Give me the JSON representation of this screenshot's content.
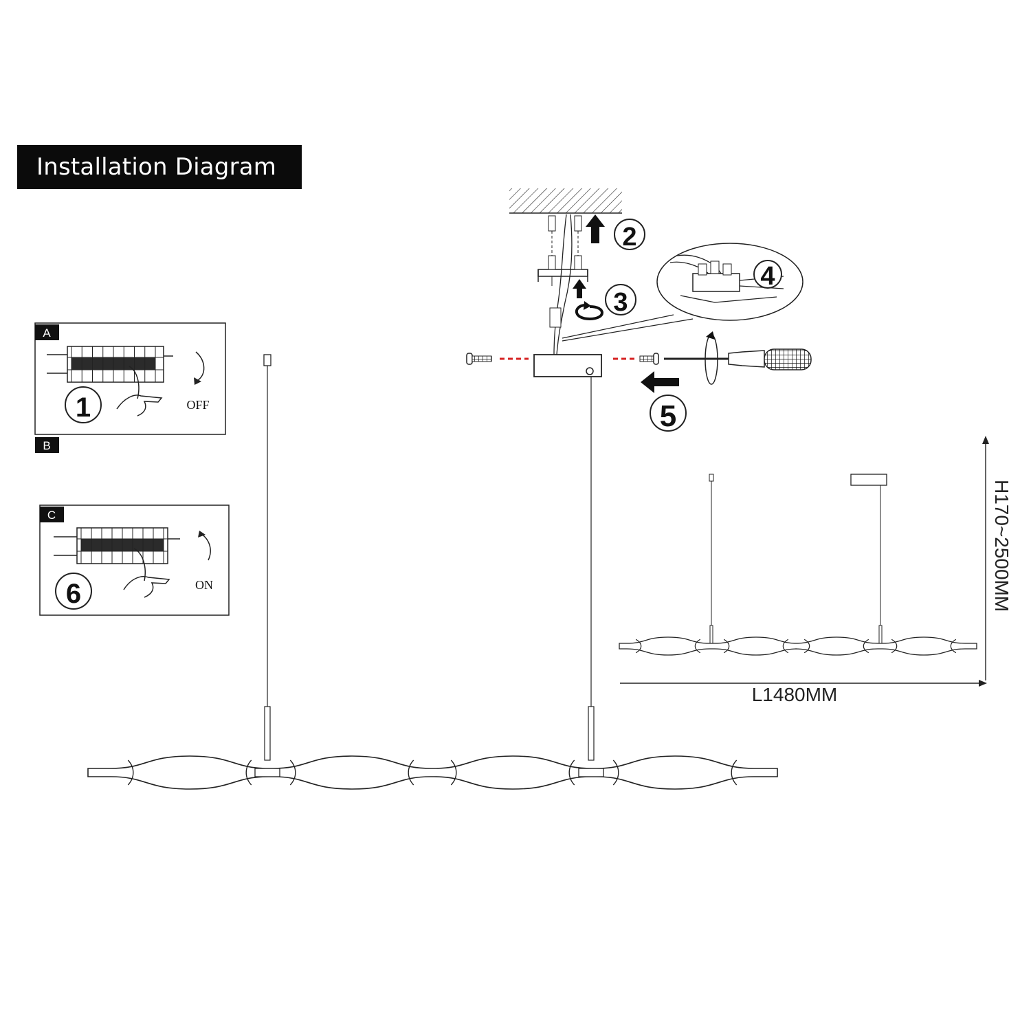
{
  "header": {
    "title": "Installation Diagram"
  },
  "panels": {
    "a": {
      "letter": "A",
      "step": "1",
      "state": "OFF"
    },
    "b": {
      "letter": "B"
    },
    "c": {
      "letter": "C",
      "step": "6",
      "state": "ON"
    }
  },
  "steps": {
    "s2": "2",
    "s3": "3",
    "s4": "4",
    "s5": "5"
  },
  "dimensions": {
    "length": "L1480MM",
    "height": "H170~2500MM"
  },
  "colors": {
    "ink": "#1a1a1a",
    "title_bg": "#0b0b0b",
    "dash": "#d62020"
  }
}
